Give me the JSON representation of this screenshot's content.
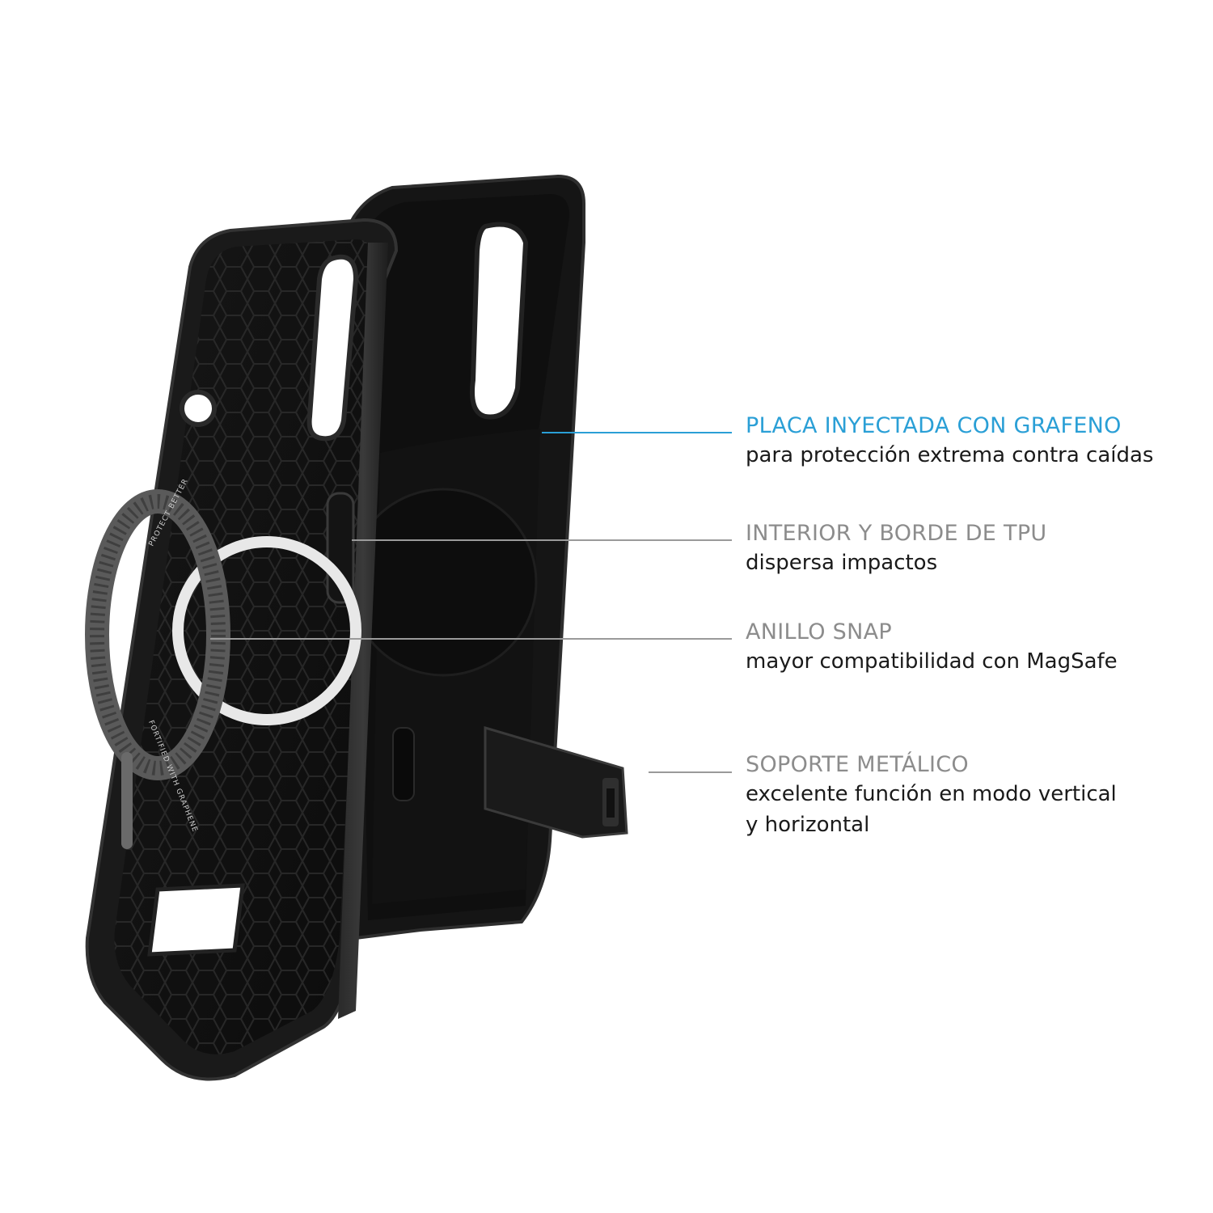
{
  "features": [
    {
      "title": "PLACA INYECTADA CON GRAFENO",
      "description": "para protección extrema contra caídas",
      "title_color": "#2a9fd6"
    },
    {
      "title": "INTERIOR Y BORDE DE TPU",
      "description": "dispersa impactos",
      "title_color": "#8c8c8c"
    },
    {
      "title": "ANILLO SNAP",
      "description": "mayor compatibilidad con MagSafe",
      "title_color": "#8c8c8c"
    },
    {
      "title": "SOPORTE METÁLICO",
      "description": "excelente función en modo vertical",
      "description_line2": "y horizontal",
      "title_color": "#8c8c8c"
    }
  ],
  "ring_text_top": "PROTECT BETTER",
  "ring_text_bottom": "FORTIFIED WITH GRAPHENE",
  "colors": {
    "accent": "#2a9fd6",
    "leader_gray": "#9a9a9a",
    "case_black": "#1b1b1b"
  }
}
